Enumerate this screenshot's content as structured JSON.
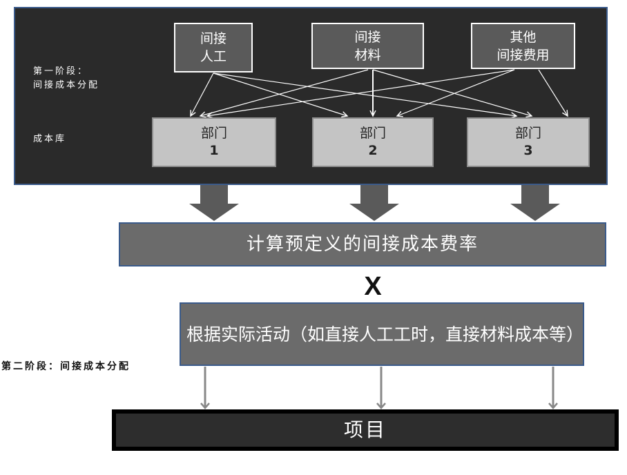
{
  "stage1": {
    "label_line1": "第一阶段：",
    "label_line2": "间接成本分配",
    "pool_label": "成本库"
  },
  "cost_sources": [
    {
      "line1": "间接",
      "line2": "人工"
    },
    {
      "line1": "间接",
      "line2": "材料"
    },
    {
      "line1": "其他",
      "line2": "间接费用"
    }
  ],
  "departments": [
    {
      "name": "部门",
      "number": "1"
    },
    {
      "name": "部门",
      "number": "2"
    },
    {
      "name": "部门",
      "number": "3"
    }
  ],
  "rate_box": {
    "text": "计算预定义的间接成本费率"
  },
  "operator": "X",
  "activity_box": {
    "text": "根据实际活动（如直接人工工时，直接材料成本等）"
  },
  "stage2": {
    "label": "第二阶段：间接成本分配"
  },
  "project_box": {
    "text": "项目"
  },
  "colors": {
    "panel_bg": "#2a2a2a",
    "panel_border": "#3a5a8a",
    "cost_box_bg": "#5a5a5a",
    "dept_box_bg": "#c4c4c4",
    "rate_box_bg": "#6b6b6b",
    "project_box_bg": "#2d2d2d",
    "block_arrow": "#5a5a5a"
  }
}
